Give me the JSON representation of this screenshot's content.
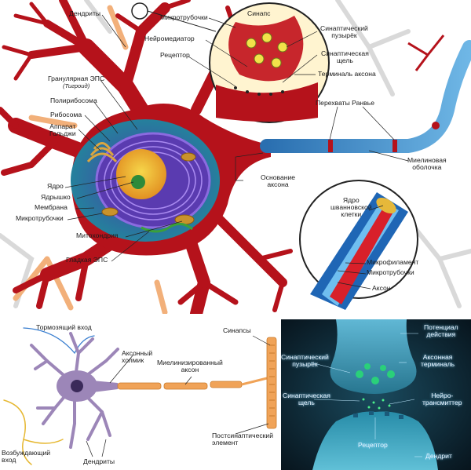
{
  "top": {
    "dendrites": "Дендриты",
    "microtubules_top": "Микротрубочки",
    "synapse": "Синапс",
    "neurotransmitter": "Нейромедиатор",
    "synaptic_vesicle": "Синаптический\nпузырёк",
    "receptor": "Рецептор",
    "synaptic_cleft": "Синаптическая\nщель",
    "axon_terminal": "Терминаль аксона",
    "rough_er": "Гранулярная ЭПС",
    "tigroid": "(Тигроид)",
    "polyribosome": "Полирибосома",
    "ribosome": "Рибосома",
    "golgi": "Аппарат\nГольджи",
    "ranvier": "Перехваты Ранвье",
    "myelin": "Миелиновая\nоболочка",
    "axon_base": "Основание\nаксона",
    "nucleus": "Ядро",
    "nucleolus": "Ядрышко",
    "membrane": "Мембрана",
    "microtubules_left": "Микротрубочки",
    "schwann": "Ядро\nшванновской\nклетки",
    "mitochondria": "Митохондрия",
    "smooth_er": "Гладкая ЭПС",
    "microfilament": "Микрофиламент",
    "microtubules_inset": "Микротрубочки",
    "axon": "Аксон"
  },
  "bottom_left": {
    "inhibitory": "Тормозящий вход",
    "synapses": "Синапсы",
    "hillock": "Аксонный\nхолмик",
    "myelinated": "Миелинизированный\nаксон",
    "postsynaptic": "Постсинаптический\nэлемент",
    "excitatory": "Возбуждающий\nвход",
    "dendrites": "Дендриты"
  },
  "bottom_right": {
    "action_potential": "Потенциал\nдействия",
    "vesicle": "Синаптический\nпузырёк",
    "axon_terminal": "Аксонная\nтерминаль",
    "cleft": "Синаптическая\nщель",
    "neurotransmitter": "Нейро-\nтрансмиттер",
    "receptor": "Рецептор",
    "dendrite": "Дендрит"
  }
}
